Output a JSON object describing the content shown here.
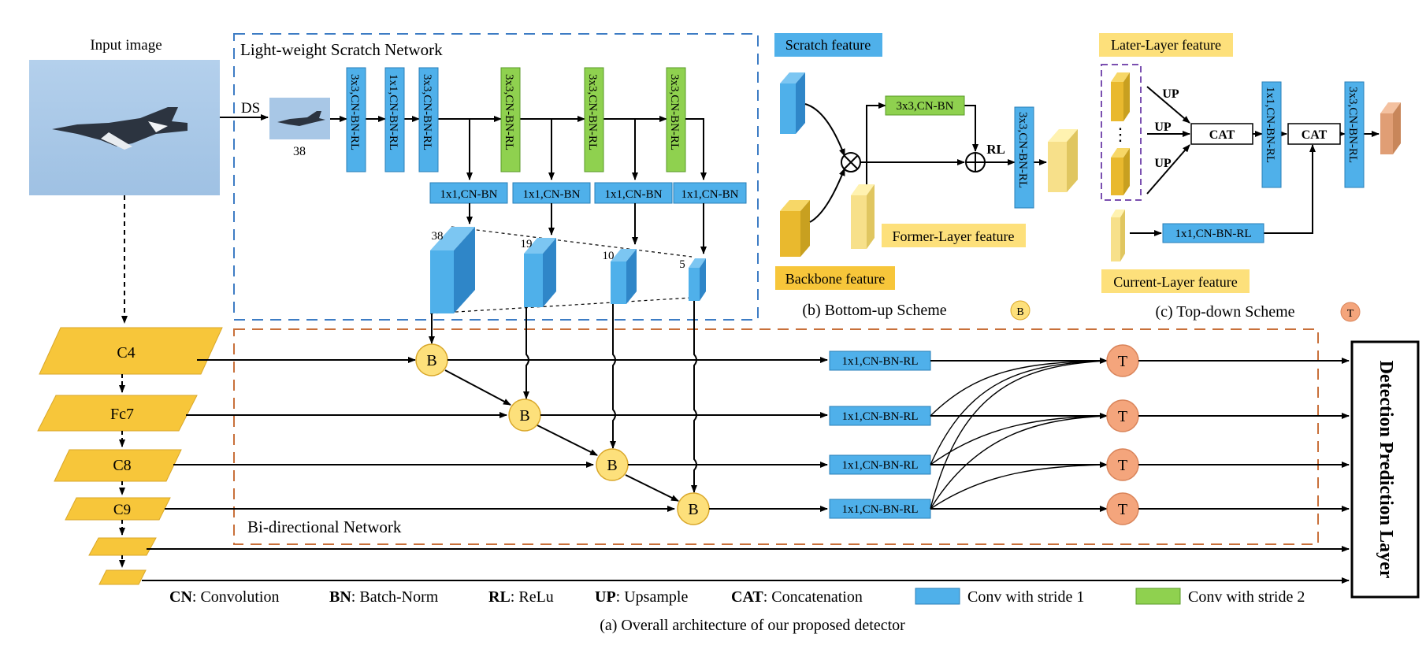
{
  "input_label": "Input image",
  "ds_label": "DS",
  "scratch": {
    "title": "Light-weight Scratch Network",
    "small_image_size": "38",
    "vertical_blocks": [
      "3x3,CN-BN-RL",
      "1x1,CN-BN-RL",
      "3x3,CN-BN-RL",
      "3x3,CN-BN-RL",
      "3x3,CN-BN-RL",
      "3x3,CN-BN-RL"
    ],
    "branch_blocks": [
      "1x1,CN-BN",
      "1x1,CN-BN",
      "1x1,CN-BN",
      "1x1,CN-BN"
    ],
    "feature_sizes": [
      "38",
      "19",
      "10",
      "5"
    ]
  },
  "backbone": [
    "C4",
    "Fc7",
    "C8",
    "C9"
  ],
  "bi_title": "Bi-directional Network",
  "b_letter": "B",
  "t_letter": "T",
  "mid_blocks": [
    "1x1,CN-BN-RL",
    "1x1,CN-BN-RL",
    "1x1,CN-BN-RL",
    "1x1,CN-BN-RL"
  ],
  "detection_layer": "Detection Prediction Layer",
  "bottom_up": {
    "scratch_feature": "Scratch feature",
    "backbone_feature": "Backbone feature",
    "former_feature": "Former-Layer feature",
    "green_block": "3x3,CN-BN",
    "rl": "RL",
    "vertical_block": "3x3,CN-BN-RL",
    "caption": "(b) Bottom-up Scheme"
  },
  "top_down": {
    "later_feature": "Later-Layer feature",
    "current_feature": "Current-Layer feature",
    "up": "UP",
    "cat": "CAT",
    "block1": "1x1,CN-BN-RL",
    "block2": "3x3,CN-BN-RL",
    "bottom_block": "1x1,CN-BN-RL",
    "dots": "⋮",
    "caption": "(c) Top-down Scheme"
  },
  "legend": {
    "cn_abbr": "CN",
    "cn_text": ": Convolution",
    "bn_abbr": "BN",
    "bn_text": ": Batch-Norm",
    "rl_abbr": "RL",
    "rl_text": ": ReLu",
    "up_abbr": "UP",
    "up_text": ": Upsample",
    "cat_abbr": "CAT",
    "cat_text": ": Concatenation",
    "stride1": "Conv with stride 1",
    "stride2": "Conv with stride 2"
  },
  "main_caption": "(a) Overall architecture of our proposed detector",
  "colors": {
    "blue": "#4fb0ea",
    "green": "#8fd14f",
    "yellow": "#f7c63a",
    "pale_yellow": "#fde07b",
    "orange": "#f4a57c",
    "sky": "#a8c7e6",
    "dash_blue": "#3d7cc4",
    "dash_orange": "#c8703a",
    "dash_purple": "#7a4fb0"
  }
}
